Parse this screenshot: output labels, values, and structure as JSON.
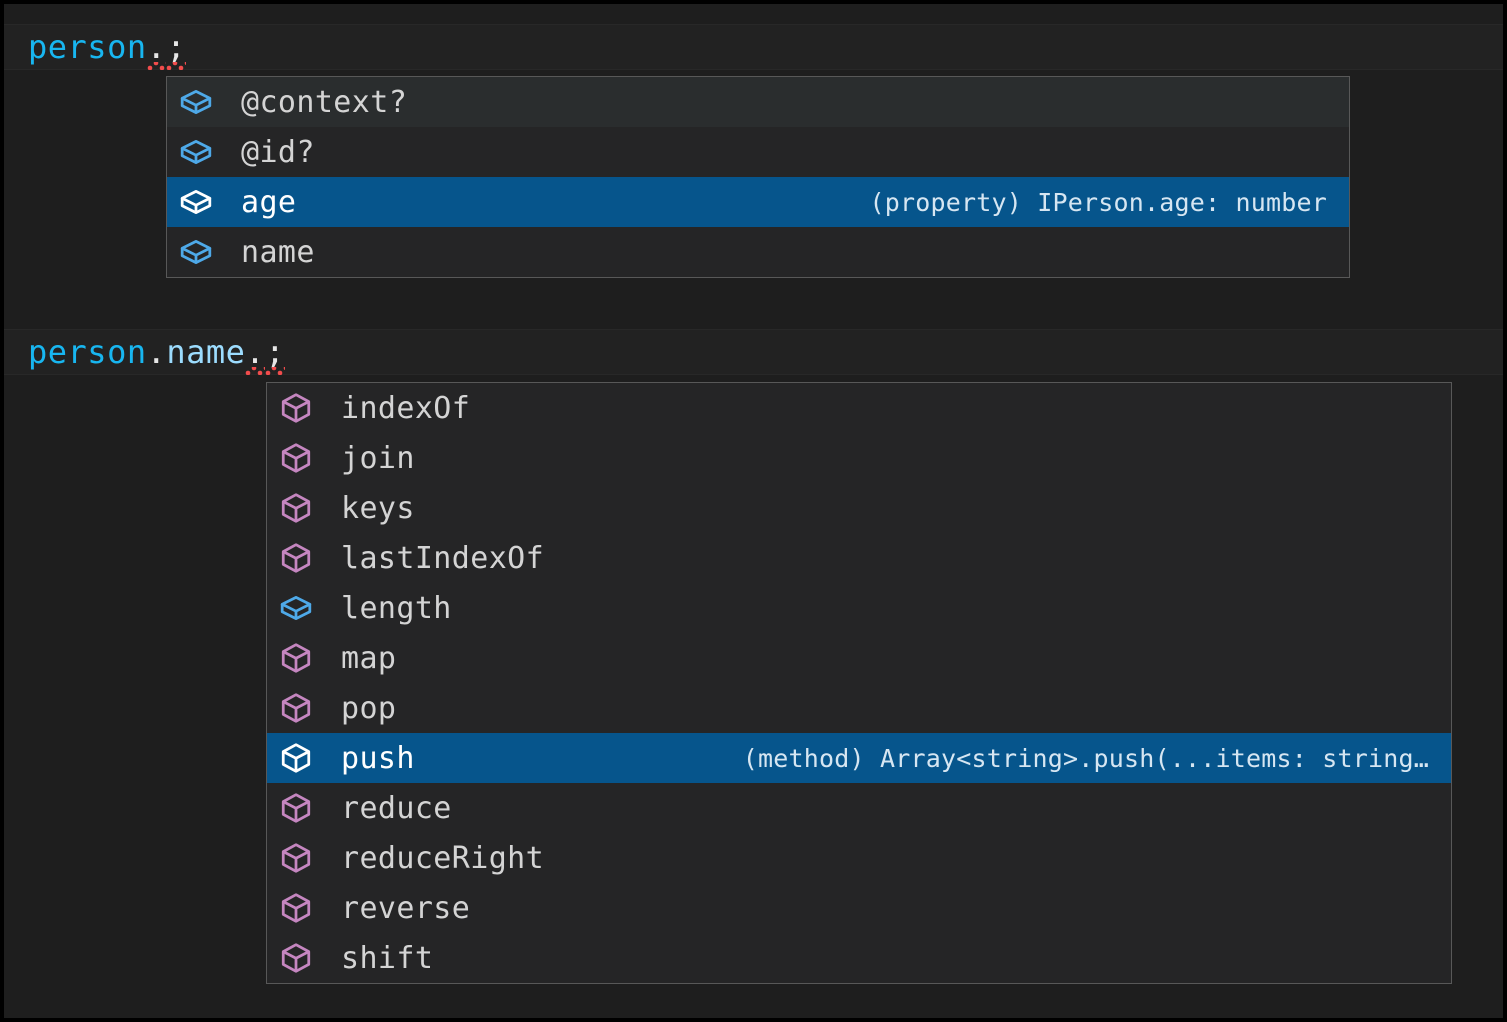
{
  "editor": {
    "theme_colors": {
      "background": "#1e1e1e",
      "line_background": "#222222",
      "selection_blue": "#06558c",
      "hover_gray": "#2a2d2e",
      "popup_background": "#252526",
      "popup_border": "#585858",
      "variable_blue": "#18b6f0",
      "property_blue": "#9cdcfe",
      "punctuation": "#e6e6e6",
      "error_squiggle": "#f14c4c",
      "method_icon_purple": "#c586c0",
      "property_icon_blue": "#4ea9e8",
      "selected_icon_white": "#ffffff"
    },
    "lines": [
      {
        "id": "line-1",
        "tokens": [
          {
            "text": "person",
            "kind": "variable"
          },
          {
            "text": ".",
            "kind": "punctuation",
            "error": true
          },
          {
            "text": ";",
            "kind": "punctuation",
            "error": true
          }
        ],
        "plain": "person.;"
      },
      {
        "id": "line-2",
        "tokens": [
          {
            "text": "person",
            "kind": "variable"
          },
          {
            "text": ".",
            "kind": "punctuation"
          },
          {
            "text": "name",
            "kind": "property"
          },
          {
            "text": ".",
            "kind": "punctuation",
            "error": true
          },
          {
            "text": ";",
            "kind": "punctuation",
            "error": true
          }
        ],
        "plain": "person.name.;"
      }
    ]
  },
  "suggest_widget_1": {
    "anchor_line": "person.;",
    "items": [
      {
        "label": "@context?",
        "icon": "property-cube-icon",
        "kind": "property",
        "state": "hovered",
        "detail": ""
      },
      {
        "label": "@id?",
        "icon": "property-cube-icon",
        "kind": "property",
        "state": "normal",
        "detail": ""
      },
      {
        "label": "age",
        "icon": "property-cube-icon",
        "kind": "property",
        "state": "selected",
        "detail": "(property) IPerson.age: number"
      },
      {
        "label": "name",
        "icon": "property-cube-icon",
        "kind": "property",
        "state": "normal",
        "detail": ""
      }
    ]
  },
  "suggest_widget_2": {
    "anchor_line": "person.name.;",
    "items": [
      {
        "label": "indexOf",
        "icon": "method-cube-icon",
        "kind": "method",
        "state": "normal",
        "detail": ""
      },
      {
        "label": "join",
        "icon": "method-cube-icon",
        "kind": "method",
        "state": "normal",
        "detail": ""
      },
      {
        "label": "keys",
        "icon": "method-cube-icon",
        "kind": "method",
        "state": "normal",
        "detail": ""
      },
      {
        "label": "lastIndexOf",
        "icon": "method-cube-icon",
        "kind": "method",
        "state": "normal",
        "detail": ""
      },
      {
        "label": "length",
        "icon": "property-cube-icon",
        "kind": "property",
        "state": "normal",
        "detail": ""
      },
      {
        "label": "map",
        "icon": "method-cube-icon",
        "kind": "method",
        "state": "normal",
        "detail": ""
      },
      {
        "label": "pop",
        "icon": "method-cube-icon",
        "kind": "method",
        "state": "normal",
        "detail": ""
      },
      {
        "label": "push",
        "icon": "method-cube-icon",
        "kind": "method",
        "state": "selected",
        "detail": "(method) Array<string>.push(...items: string…"
      },
      {
        "label": "reduce",
        "icon": "method-cube-icon",
        "kind": "method",
        "state": "normal",
        "detail": ""
      },
      {
        "label": "reduceRight",
        "icon": "method-cube-icon",
        "kind": "method",
        "state": "normal",
        "detail": ""
      },
      {
        "label": "reverse",
        "icon": "method-cube-icon",
        "kind": "method",
        "state": "normal",
        "detail": ""
      },
      {
        "label": "shift",
        "icon": "method-cube-icon",
        "kind": "method",
        "state": "normal",
        "detail": ""
      }
    ]
  }
}
